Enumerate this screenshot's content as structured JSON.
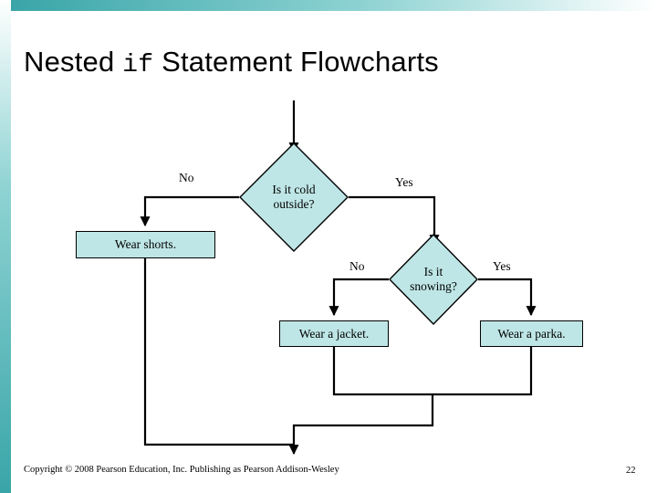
{
  "slide": {
    "title_prefix": "Nested ",
    "title_mono": "if",
    "title_suffix": " Statement Flowcharts",
    "footer": "Copyright © 2008 Pearson Education, Inc. Publishing as Pearson Addison-Wesley",
    "slide_number": "22",
    "accent_color": "#39a5a8",
    "node_fill": "#bfe6e6",
    "line_color": "#000000"
  },
  "flowchart": {
    "type": "flowchart",
    "nodes": [
      {
        "id": "cold",
        "shape": "diamond",
        "label": "Is it cold\noutside?",
        "line1": "Is it cold",
        "line2": "outside?"
      },
      {
        "id": "shorts",
        "shape": "rect",
        "label": "Wear shorts."
      },
      {
        "id": "snowing",
        "shape": "diamond",
        "label": "Is it\nsnowing?",
        "line1": "Is it",
        "line2": "snowing?"
      },
      {
        "id": "jacket",
        "shape": "rect",
        "label": "Wear a jacket."
      },
      {
        "id": "parka",
        "shape": "rect",
        "label": "Wear a parka."
      }
    ],
    "edge_labels": [
      {
        "id": "cold-no",
        "text": "No"
      },
      {
        "id": "cold-yes",
        "text": "Yes"
      },
      {
        "id": "snowing-no",
        "text": "No"
      },
      {
        "id": "snowing-yes",
        "text": "Yes"
      }
    ]
  }
}
